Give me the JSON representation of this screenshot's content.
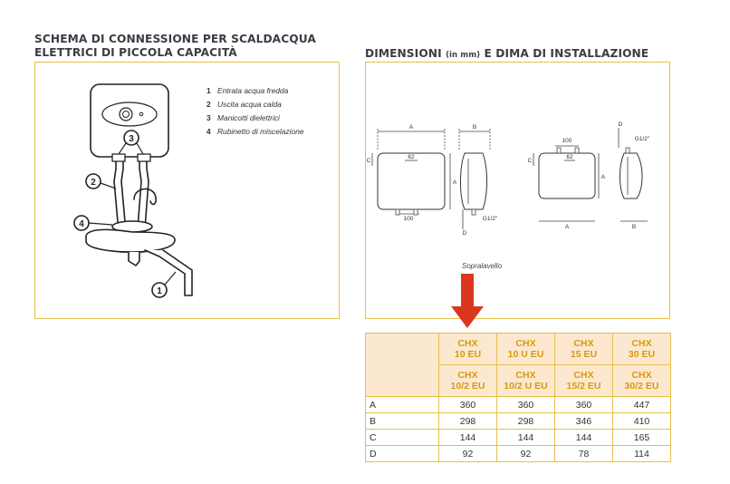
{
  "left": {
    "title_line1": "SCHEMA DI CONNESSIONE PER SCALDACQUA",
    "title_line2": "ELETTRICI DI PICCOLA CAPACITÀ",
    "legend": [
      {
        "num": "1",
        "text": "Entrata acqua fredda"
      },
      {
        "num": "2",
        "text": "Uscita acqua calda"
      },
      {
        "num": "3",
        "text": "Manicotti dielettrici"
      },
      {
        "num": "4",
        "text": "Rubinetto di miscelazione"
      }
    ],
    "callouts": [
      "1",
      "2",
      "3",
      "4"
    ]
  },
  "right": {
    "title_main": "DIMENSIONI",
    "title_unit": "(in mm)",
    "title_rest": "E DIMA DI INSTALLAZIONE",
    "caption": "Sopralavello",
    "drawing_labels": {
      "A": "A",
      "B": "B",
      "C": "C",
      "D": "D",
      "d62": "62",
      "d100": "100",
      "g12": "G1/2\""
    }
  },
  "table": {
    "models": [
      {
        "top_l1": "CHX",
        "top_l2": "10 EU",
        "bot_l1": "CHX",
        "bot_l2": "10/2 EU"
      },
      {
        "top_l1": "CHX",
        "top_l2": "10 U EU",
        "bot_l1": "CHX",
        "bot_l2": "10/2 U EU"
      },
      {
        "top_l1": "CHX",
        "top_l2": "15 EU",
        "bot_l1": "CHX",
        "bot_l2": "15/2 EU"
      },
      {
        "top_l1": "CHX",
        "top_l2": "30 EU",
        "bot_l1": "CHX",
        "bot_l2": "30/2 EU"
      }
    ],
    "rows": [
      {
        "label": "A",
        "values": [
          "360",
          "360",
          "360",
          "447"
        ]
      },
      {
        "label": "B",
        "values": [
          "298",
          "298",
          "346",
          "410"
        ]
      },
      {
        "label": "C",
        "values": [
          "144",
          "144",
          "144",
          "165"
        ]
      },
      {
        "label": "D",
        "values": [
          "92",
          "92",
          "78",
          "114"
        ]
      }
    ]
  },
  "colors": {
    "accent": "#e6bf4a",
    "header_fill": "#fbe8cf",
    "model_text": "#d79a10",
    "arrow": "#d9381e",
    "title_text": "#3a3d46"
  }
}
